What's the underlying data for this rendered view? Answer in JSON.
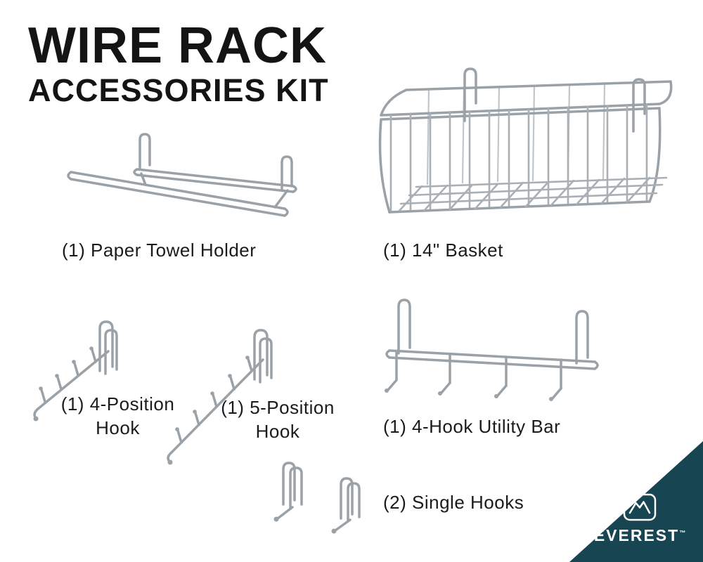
{
  "title": {
    "line1": "WIRE RACK",
    "line2": "ACCESSORIES KIT"
  },
  "items": [
    {
      "name": "paper-towel-holder",
      "label": "(1) Paper Towel Holder"
    },
    {
      "name": "14in-basket",
      "label": "(1) 14\" Basket"
    },
    {
      "name": "4-position-hook",
      "label_line1": "(1) 4-Position",
      "label_line2": "Hook"
    },
    {
      "name": "5-position-hook",
      "label_line1": "(1) 5-Position",
      "label_line2": "Hook"
    },
    {
      "name": "4-hook-utility-bar",
      "label": "(1) 4-Hook Utility Bar"
    },
    {
      "name": "single-hooks",
      "label": "(2) Single Hooks"
    }
  ],
  "brand": {
    "name": "EVEREST",
    "trademark": "™",
    "logo_icon": "mountain-logo-icon"
  },
  "colors": {
    "brand_teal": "#174552",
    "wire_gray": "#9aa2a8",
    "title_black": "#141414"
  }
}
